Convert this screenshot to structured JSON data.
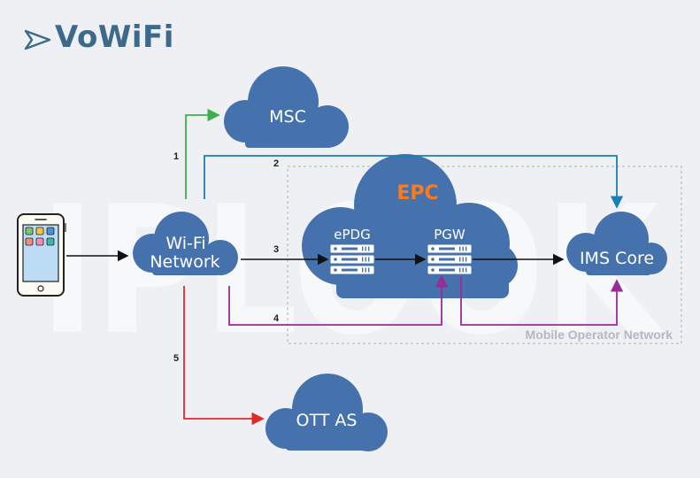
{
  "title": "VoWiFi",
  "watermark": "IPLOOK",
  "nodes": {
    "msc": "MSC",
    "wifi_line1": "Wi-Fi",
    "wifi_line2": "Network",
    "epc": "EPC",
    "epdg": "ePDG",
    "pgw": "PGW",
    "ims_core": "IMS Core",
    "ott_as": "OTT AS"
  },
  "region_label": "Mobile Operator Network",
  "paths": [
    {
      "label": "1",
      "color": "#3cb04a"
    },
    {
      "label": "2",
      "color": "#1a7fb5"
    },
    {
      "label": "3",
      "color": "#111111"
    },
    {
      "label": "4",
      "color": "#9a2b96"
    },
    {
      "label": "5",
      "color": "#e02a2a"
    }
  ],
  "colors": {
    "cloud": "#4572ac",
    "epc_label": "#ff7a1a",
    "title": "#3d6a8a",
    "background": "#eef0f4"
  }
}
